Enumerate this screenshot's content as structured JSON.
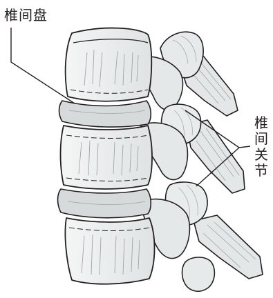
{
  "labels": {
    "intervertebral_disc": "椎间盘",
    "facet_joint_chars": [
      "椎",
      "间",
      "关",
      "节"
    ]
  },
  "colors": {
    "outline": "#231f20",
    "bone_fill": "#e9ecec",
    "bone_shade": "#d6dadb",
    "disc_fill": "#d3d7d8",
    "hatch": "#9ea4a6",
    "leader_line": "#231f20"
  }
}
